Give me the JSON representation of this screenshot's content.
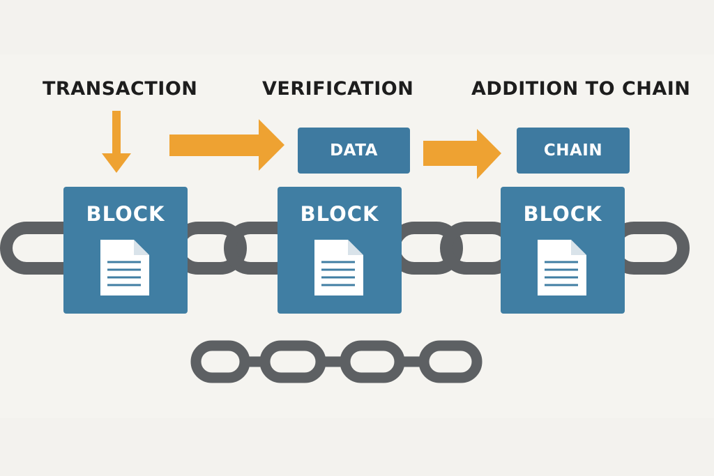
{
  "labels": {
    "transaction": "TRANSACTION",
    "verification": "VERIFICATION",
    "addition": "ADDITION TO CHAIN"
  },
  "tags": {
    "data": "DATA",
    "chain": "CHAIN"
  },
  "blocks": [
    {
      "label": "BLOCK"
    },
    {
      "label": "BLOCK"
    },
    {
      "label": "BLOCK"
    }
  ],
  "colors": {
    "background": "#f3f2ee",
    "block": "#407ea3",
    "arrow": "#eea232",
    "chain": "#5d6063",
    "text": "#1d1d1d"
  },
  "icons": {
    "block_icon": "document-icon",
    "link_icon": "chain-link-icon",
    "flow_icon": "arrow-icon"
  }
}
